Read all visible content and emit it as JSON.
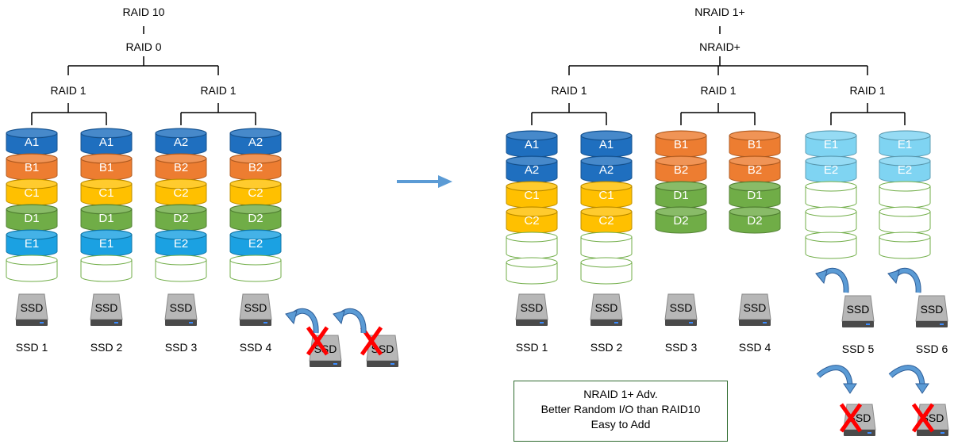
{
  "colors": {
    "blue": "#1f6fbf",
    "orange": "#ed7d31",
    "yellow": "#ffc000",
    "green": "#70ad47",
    "lightblue": "#1ba1e2",
    "paleblue": "#7fd4f2",
    "empty_outline": "#70ad47",
    "arrow": "#5b9bd5",
    "cross": "#ff0000"
  },
  "left": {
    "top_label": "RAID 10",
    "mid_label": "RAID 0",
    "groups": [
      "RAID 1",
      "RAID 1"
    ],
    "disks": [
      {
        "label": "SSD 1",
        "blocks": [
          {
            "t": "A1",
            "c": "blue"
          },
          {
            "t": "B1",
            "c": "orange"
          },
          {
            "t": "C1",
            "c": "yellow"
          },
          {
            "t": "D1",
            "c": "green"
          },
          {
            "t": "E1",
            "c": "lightblue"
          },
          {
            "t": "",
            "c": "empty"
          }
        ]
      },
      {
        "label": "SSD 2",
        "blocks": [
          {
            "t": "A1",
            "c": "blue"
          },
          {
            "t": "B1",
            "c": "orange"
          },
          {
            "t": "C1",
            "c": "yellow"
          },
          {
            "t": "D1",
            "c": "green"
          },
          {
            "t": "E1",
            "c": "lightblue"
          },
          {
            "t": "",
            "c": "empty"
          }
        ]
      },
      {
        "label": "SSD 3",
        "blocks": [
          {
            "t": "A2",
            "c": "blue"
          },
          {
            "t": "B2",
            "c": "orange"
          },
          {
            "t": "C2",
            "c": "yellow"
          },
          {
            "t": "D2",
            "c": "green"
          },
          {
            "t": "E2",
            "c": "lightblue"
          },
          {
            "t": "",
            "c": "empty"
          }
        ]
      },
      {
        "label": "SSD 4",
        "blocks": [
          {
            "t": "A2",
            "c": "blue"
          },
          {
            "t": "B2",
            "c": "orange"
          },
          {
            "t": "C2",
            "c": "yellow"
          },
          {
            "t": "D2",
            "c": "green"
          },
          {
            "t": "E2",
            "c": "lightblue"
          },
          {
            "t": "",
            "c": "empty"
          }
        ]
      }
    ]
  },
  "right": {
    "top_label": "NRAID 1+",
    "mid_label": "NRAID+",
    "groups": [
      "RAID 1",
      "RAID 1",
      "RAID 1"
    ],
    "disks": [
      {
        "label": "SSD 1",
        "blocks": [
          {
            "t": "A1",
            "c": "blue"
          },
          {
            "t": "A2",
            "c": "blue"
          },
          {
            "t": "C1",
            "c": "yellow"
          },
          {
            "t": "C2",
            "c": "yellow"
          },
          {
            "t": "",
            "c": "empty"
          },
          {
            "t": "",
            "c": "empty"
          }
        ]
      },
      {
        "label": "SSD 2",
        "blocks": [
          {
            "t": "A1",
            "c": "blue"
          },
          {
            "t": "A2",
            "c": "blue"
          },
          {
            "t": "C1",
            "c": "yellow"
          },
          {
            "t": "C2",
            "c": "yellow"
          },
          {
            "t": "",
            "c": "empty"
          },
          {
            "t": "",
            "c": "empty"
          }
        ]
      },
      {
        "label": "SSD 3",
        "blocks": [
          {
            "t": "B1",
            "c": "orange"
          },
          {
            "t": "B2",
            "c": "orange"
          },
          {
            "t": "D1",
            "c": "green"
          },
          {
            "t": "D2",
            "c": "green"
          }
        ]
      },
      {
        "label": "SSD 4",
        "blocks": [
          {
            "t": "B1",
            "c": "orange"
          },
          {
            "t": "B2",
            "c": "orange"
          },
          {
            "t": "D1",
            "c": "green"
          },
          {
            "t": "D2",
            "c": "green"
          }
        ]
      },
      {
        "label": "SSD 5",
        "blocks": [
          {
            "t": "E1",
            "c": "paleblue"
          },
          {
            "t": "E2",
            "c": "paleblue"
          },
          {
            "t": "",
            "c": "empty"
          },
          {
            "t": "",
            "c": "empty"
          },
          {
            "t": "",
            "c": "empty"
          }
        ]
      },
      {
        "label": "SSD 6",
        "blocks": [
          {
            "t": "E1",
            "c": "paleblue"
          },
          {
            "t": "E2",
            "c": "paleblue"
          },
          {
            "t": "",
            "c": "empty"
          },
          {
            "t": "",
            "c": "empty"
          },
          {
            "t": "",
            "c": "empty"
          }
        ]
      }
    ],
    "advantages": [
      "NRAID 1+ Adv.",
      "Better Random I/O than RAID10",
      "Easy to Add"
    ]
  },
  "ssd_icon_text": "SSD",
  "transition_arrow": "arrow-right-icon",
  "failure_mark": "X"
}
